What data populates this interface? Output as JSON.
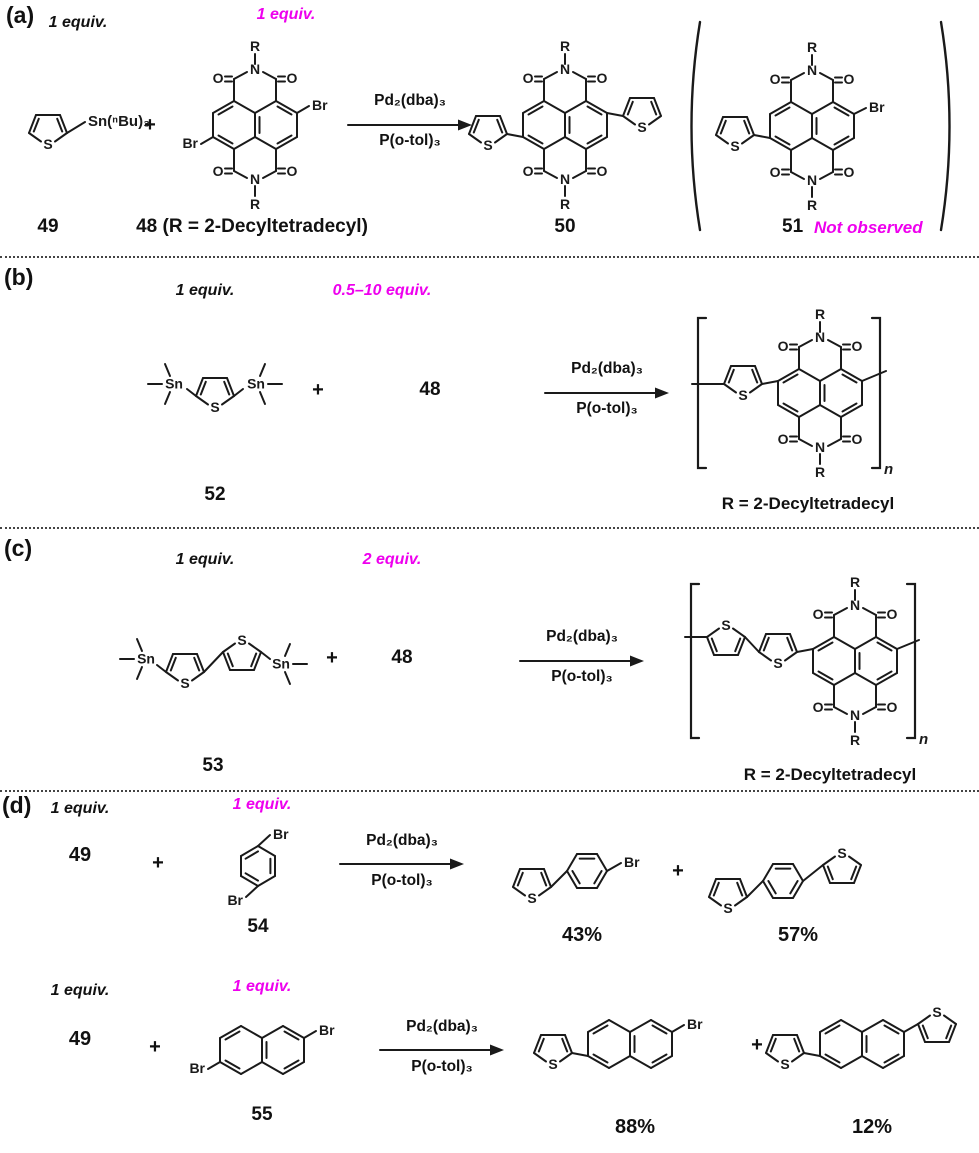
{
  "colors": {
    "magenta": "#ee00ee",
    "ink": "#1a1a1a",
    "background": "#ffffff"
  },
  "atoms": {
    "S": "S",
    "N": "N",
    "O": "O",
    "Br": "Br",
    "R": "R",
    "Sn": "Sn",
    "SnBu3": "Sn(ⁿBu)₃"
  },
  "catalysts": {
    "line1": "Pd₂(dba)₃",
    "line2": "P(o-tol)₃"
  },
  "plus": "+",
  "polymer_sub": "n",
  "sections": {
    "a": {
      "label": "(a)",
      "equiv_1": "1 equiv.",
      "equiv_2": "1 equiv.",
      "compound_49": "49",
      "compound_48": "48 (R = 2-Decyltetradecyl)",
      "compound_50": "50",
      "compound_51": "51",
      "not_observed": "Not observed"
    },
    "b": {
      "label": "(b)",
      "equiv_1": "1 equiv.",
      "equiv_2": "0.5–10 equiv.",
      "reagent_48": "48",
      "compound_52": "52",
      "r_group": "R = 2-Decyltetradecyl"
    },
    "c": {
      "label": "(c)",
      "equiv_1": "1 equiv.",
      "equiv_2": "2 equiv.",
      "reagent_48": "48",
      "compound_53": "53",
      "r_group": "R = 2-Decyltetradecyl"
    },
    "d": {
      "label": "(d)",
      "row1": {
        "equiv_1": "1 equiv.",
        "reactant": "49",
        "equiv_2": "1 equiv.",
        "compound_54": "54",
        "yield_a": "43%",
        "yield_b": "57%"
      },
      "row2": {
        "equiv_1": "1 equiv.",
        "reactant": "49",
        "equiv_2": "1 equiv.",
        "compound_55": "55",
        "yield_a": "88%",
        "yield_b": "12%"
      }
    }
  }
}
